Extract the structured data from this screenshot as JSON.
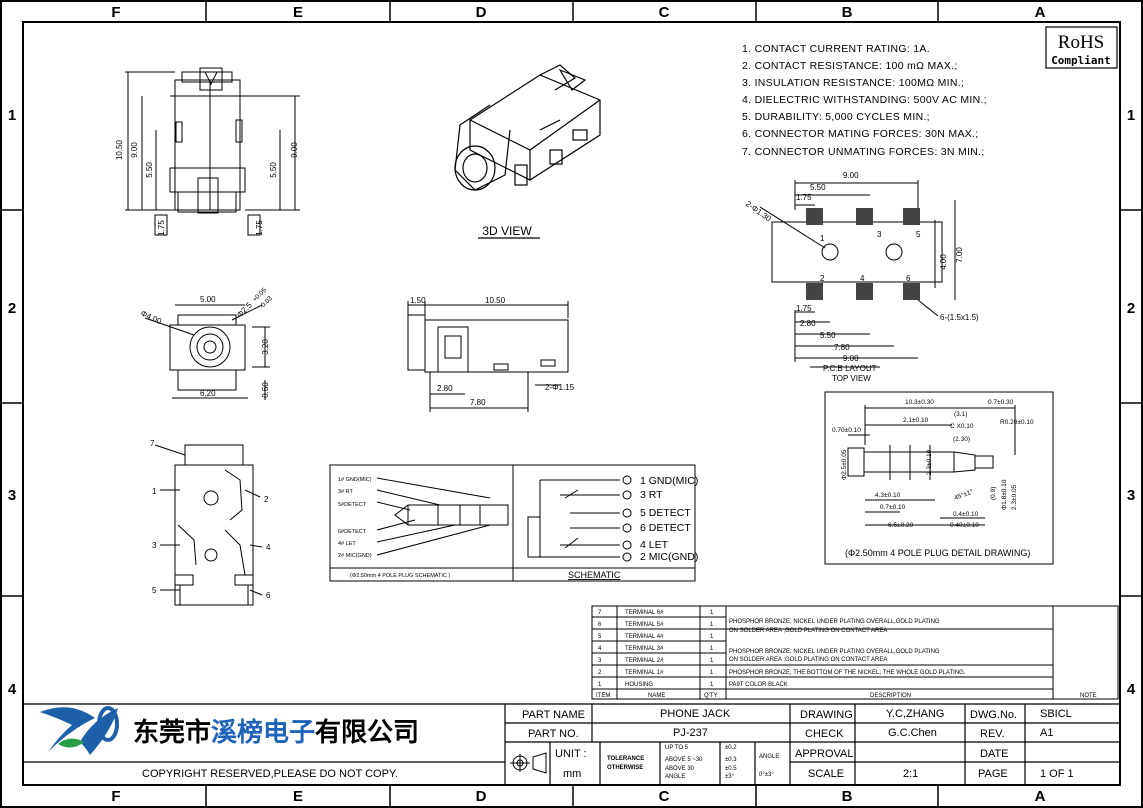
{
  "border": {
    "cols_top": [
      "F",
      "E",
      "D",
      "C",
      "B",
      "A"
    ],
    "cols_bottom": [
      "F",
      "E",
      "D",
      "C",
      "B",
      "A"
    ],
    "rows_left": [
      "1",
      "2",
      "3",
      "4"
    ],
    "rows_right": [
      "1",
      "2",
      "3",
      "4"
    ]
  },
  "rohs": {
    "title": "RoHS",
    "sub": "Compliant"
  },
  "specs": [
    "1. CONTACT CURRENT RATING: 1A.",
    "2. CONTACT RESISTANCE: 100 mΩ MAX.;",
    "3. INSULATION RESISTANCE: 100MΩ MIN.;",
    "4. DIELECTRIC WITHSTANDING: 500V AC MIN.;",
    "5. DURABILITY: 5,000 CYCLES MIN.;",
    "6. CONNECTOR MATING FORCES: 30N MAX.;",
    "7. CONNECTOR UNMATING FORCES: 3N MIN.;"
  ],
  "view3d_label": "3D VIEW",
  "front_dims": {
    "d1050": "10.50",
    "d900a": "9.00",
    "d550a": "5.50",
    "d550b": "5.50",
    "d900b": "9.00",
    "d175a": "1.75",
    "d175b": "1.75"
  },
  "side_dims": {
    "d500": "5.00",
    "phi400": "Φ4.00",
    "phi25": "Φ2.5",
    "tol_up": "+0.05",
    "tol_dn": "-0.03",
    "d320": "3.20",
    "d620": "6.20",
    "d060": "0.60"
  },
  "top_dims": {
    "d150": "1.50",
    "d1050": "10.50",
    "d280": "2.80",
    "d780": "7.80",
    "hole": "2-Φ1.15"
  },
  "pcb": {
    "d900t": "9.00",
    "d550t": "5.50",
    "d175t": "1.75",
    "hole": "2-Φ1.30",
    "d400": "4.00",
    "d700": "7.00",
    "pad_note": "6-(1.5x1.5)",
    "d175b": "1.75",
    "d280": "2.80",
    "d550b": "5.50",
    "d780": "7.80",
    "d900b": "9.00",
    "pads": [
      "1",
      "3",
      "5",
      "2",
      "4",
      "6"
    ],
    "title1": "P.C.B LAYOUT",
    "title2": "TOP VIEW"
  },
  "plug_schematic": {
    "labels": [
      "1# GND(MIC)",
      "3# RT",
      "5#DETECT",
      "6#DETECT",
      "4# LET",
      "2# MIC(GND)"
    ],
    "caption": "(Φ2.50mm 4 POLE PLUG SCHEMATIC )"
  },
  "schematic": {
    "labels": [
      "1 GND(MIC)",
      "3 RT",
      "5 DETECT",
      "6 DETECT",
      "4 LET",
      "2 MIC(GND)"
    ],
    "caption": "SCHEMATIC"
  },
  "plug_detail": {
    "dims": [
      "10.3±0.30",
      "0.7±0.30",
      "2.1±0.10",
      "(3.1)",
      "0.70±0.10",
      "C X0.10",
      "R0.20±0.10",
      "(2.30)",
      "Φ2.5±0.05",
      "2.3±0.10",
      "4.3±0.10",
      "45°±1°",
      "(0.9)",
      "Φ1.8±0.10",
      "2.3±0.05",
      "0.7±0.10",
      "0.4±0.10",
      "6.5±0.20",
      "0.40±0.10"
    ],
    "caption": "(Φ2.50mm 4 POLE PLUG DETAIL DRAWING)"
  },
  "numbers": [
    "7",
    "1",
    "2",
    "3",
    "4",
    "5",
    "6"
  ],
  "bom": {
    "rows": [
      {
        "item": "7",
        "name": "TERMINAL 6#",
        "qty": "1"
      },
      {
        "item": "6",
        "name": "TERMINAL 5#",
        "qty": "1"
      },
      {
        "item": "5",
        "name": "TERMINAL 4#",
        "qty": "1"
      },
      {
        "item": "4",
        "name": "TERMINAL 3#",
        "qty": "1"
      },
      {
        "item": "3",
        "name": "TERMINAL 2#",
        "qty": "1"
      },
      {
        "item": "2",
        "name": "TERMINAL 1#",
        "qty": "1"
      },
      {
        "item": "1",
        "name": "HOUSING",
        "qty": "1"
      }
    ],
    "desc1a": "PHOSPHOR BRONZE; NICKEL UNDER PLATING OVERALL,GOLD PLATING",
    "desc1b": "ON SOLDER AREA ;GOLD PLATING ON CONTACT AREA",
    "desc2a": "PHOSPHOR BRONZE; NICKEL UNDER PLATING OVERALL,GOLD PLATING",
    "desc2b": "ON SOLDER AREA ;GOLD PLATING ON CONTACT AREA",
    "desc3": "PHOSPHOR BRONZE; THE BOTTOM OF THE NICKEL; THE WHOLE GOLD PLATING.",
    "desc4": "PA9T  COLOR BLACK",
    "headers": {
      "item": "ITEM",
      "name": "NAME",
      "qty": "Q'TY",
      "description": "DESCRIPTION",
      "note": "NOTE"
    }
  },
  "company": {
    "part1": "东莞市",
    "part2": "溪榜电子",
    "part3": "有限公司"
  },
  "copyright": "COPYRIGHT RESERVED,PLEASE DO NOT COPY.",
  "titleblock": {
    "part_name_label": "PART NAME",
    "part_name": "PHONE JACK",
    "part_no_label": "PART NO.",
    "part_no": "PJ-237",
    "unit_label": "UNIT :",
    "unit": "mm",
    "tolerance": "TOLERANCE",
    "otherwise": "OTHERWISE",
    "tol_rows": [
      "UP TO 5",
      "ABOVE 5 ~30",
      "ABOVE 30"
    ],
    "tol_vals": [
      "±0.2",
      "±0.3",
      "±0.5"
    ],
    "angle_label": "ANGLE",
    "angle_tol": "±3°",
    "angle_range": "0°±3°",
    "drawing_label": "DRAWING",
    "drawing": "Y.C,ZHANG",
    "dwg_label": "DWG.No.",
    "dwg": "SBICL",
    "check_label": "CHECK",
    "check": "G.C.Chen",
    "rev_label": "REV.",
    "rev": "A1",
    "approval_label": "APPROVAL",
    "date_label": "DATE",
    "scale_label": "SCALE",
    "scale": "2:1",
    "page_label": "PAGE",
    "page": "1 OF 1"
  }
}
